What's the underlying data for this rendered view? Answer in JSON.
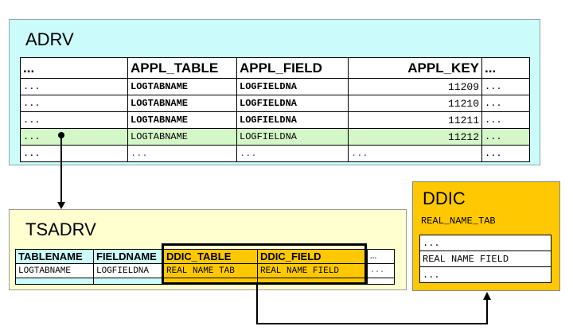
{
  "adrv": {
    "title": "ADRV",
    "headers": [
      "...",
      "APPL_TABLE",
      "APPL_FIELD",
      "APPL_KEY",
      "..."
    ],
    "rows": [
      [
        "...",
        "LOGTABNAME",
        "LOGFIELDNA",
        "11209",
        "..."
      ],
      [
        "...",
        "LOGTABNAME",
        "LOGFIELDNA",
        "11210",
        "..."
      ],
      [
        "...",
        "LOGTABNAME",
        "LOGFIELDNA",
        "11211",
        "..."
      ],
      [
        "...",
        "LOGTABNAME",
        "LOGFIELDNA",
        "11212",
        "..."
      ],
      [
        "...",
        "...",
        "...",
        "...",
        "..."
      ]
    ]
  },
  "tsadrv": {
    "title": "TSADRV",
    "headers": [
      "TABLENAME",
      "FIELDNAME",
      "DDIC_TABLE",
      "DDIC_FIELD",
      "..."
    ],
    "row": [
      "LOGTABNAME",
      "LOGFIELDNA",
      "REAL NAME TAB",
      "REAL NAME FIELD",
      "..."
    ]
  },
  "ddic": {
    "title": "DDIC",
    "table_name": "REAL_NAME_TAB",
    "rows": [
      "...",
      "REAL NAME FIELD",
      "..."
    ]
  },
  "colors": {
    "adrv_bg": "#ccfbfb",
    "highlight_row": "#d4f7c8",
    "tsadrv_bg": "#ffffd0",
    "ddic_bg": "#ffc800"
  }
}
